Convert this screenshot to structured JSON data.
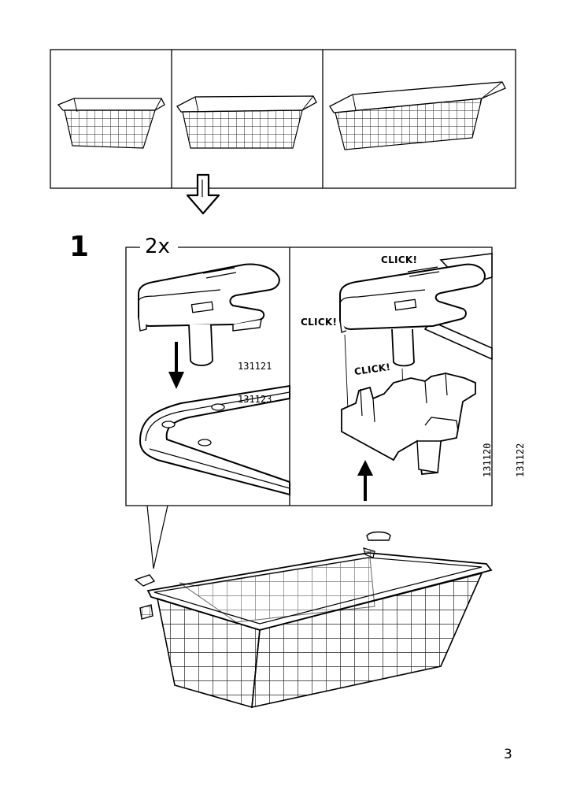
{
  "step": {
    "number": "1",
    "quantity": "2x"
  },
  "callouts": {
    "click_top": "CLICK!",
    "click_left": "CLICK!",
    "click_mid": "CLICK!"
  },
  "parts": {
    "upper_part": [
      "131121",
      "131123"
    ],
    "lower_part": [
      "131120",
      "131122"
    ]
  },
  "page": {
    "number": "3"
  }
}
